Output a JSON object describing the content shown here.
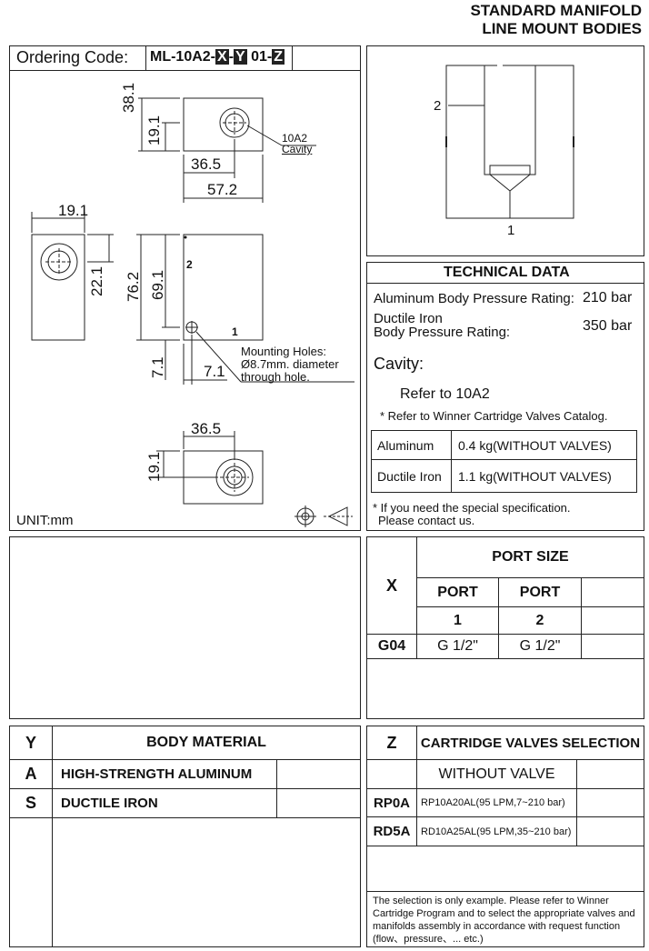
{
  "header": {
    "line1": "STANDARD MANIFOLD",
    "line2": "LINE MOUNT BODIES"
  },
  "ordering": {
    "label": "Ordering Code:",
    "code_prefix": "ML-10A2-",
    "x": "X",
    "dash1": "-",
    "y": "Y",
    "mid": " 01-",
    "z": "Z"
  },
  "drawing": {
    "dims": {
      "d381": "38.1",
      "d191a": "19.1",
      "d365a": "36.5",
      "d572": "57.2",
      "d191b": "19.1",
      "d221": "22.1",
      "d762": "76.2",
      "d691": "69.1",
      "d71a": "7.1",
      "d71b": "7.1",
      "d365b": "36.5",
      "d191c": "19.1"
    },
    "cavity_label_1": "10A2",
    "cavity_label_2": "Cavity",
    "port2": "2",
    "port1": "1",
    "mount_1": "Mounting Holes:",
    "mount_2": "Ø8.7mm. diameter",
    "mount_3": "through hole.",
    "unit": "UNIT:mm",
    "symbol_label_2": "2",
    "symbol_label_1": "1"
  },
  "technical": {
    "title": "TECHNICAL DATA",
    "alu_label": "Aluminum Body Pressure Rating:",
    "alu_value": "210 bar",
    "duct_label_1": "Ductile Iron",
    "duct_label_2": "Body Pressure Rating:",
    "duct_value": "350 bar",
    "cavity": "Cavity:",
    "refer": "Refer to 10A2",
    "refer_note": "* Refer to Winner Cartridge Valves Catalog.",
    "weights": [
      {
        "material": "Aluminum",
        "value": "0.4  kg(WITHOUT VALVES)"
      },
      {
        "material": "Ductile Iron",
        "value": "1.1  kg(WITHOUT VALVES)"
      }
    ],
    "special_1": "* If you need the special specification.",
    "special_2": "Please contact us."
  },
  "port_size": {
    "x_header": "X",
    "title": "PORT SIZE",
    "port_label": "PORT",
    "port_a": "1",
    "port_b": "2",
    "rows": [
      {
        "code": "G04",
        "p1": "G 1/2\"",
        "p2": "G 1/2\""
      }
    ]
  },
  "body_material": {
    "y_header": "Y",
    "title": "BODY MATERIAL",
    "rows": [
      {
        "code": "A",
        "name": "HIGH-STRENGTH ALUMINUM"
      },
      {
        "code": "S",
        "name": "DUCTILE IRON"
      }
    ]
  },
  "cartridge": {
    "z_header": "Z",
    "title": "CARTRIDGE VALVES SELECTION",
    "without": "WITHOUT VALVE",
    "rows": [
      {
        "code": "RP0A",
        "desc": "RP10A20AL(95 LPM,7~210 bar)"
      },
      {
        "code": "RD5A",
        "desc": "RD10A25AL(95 LPM,35~210 bar)"
      }
    ],
    "note": "The selection is only example. Please refer to Winner Cartridge Program and to select the appropriate valves and manifolds assembly in accordance with request function (flow、pressure、... etc.)"
  }
}
